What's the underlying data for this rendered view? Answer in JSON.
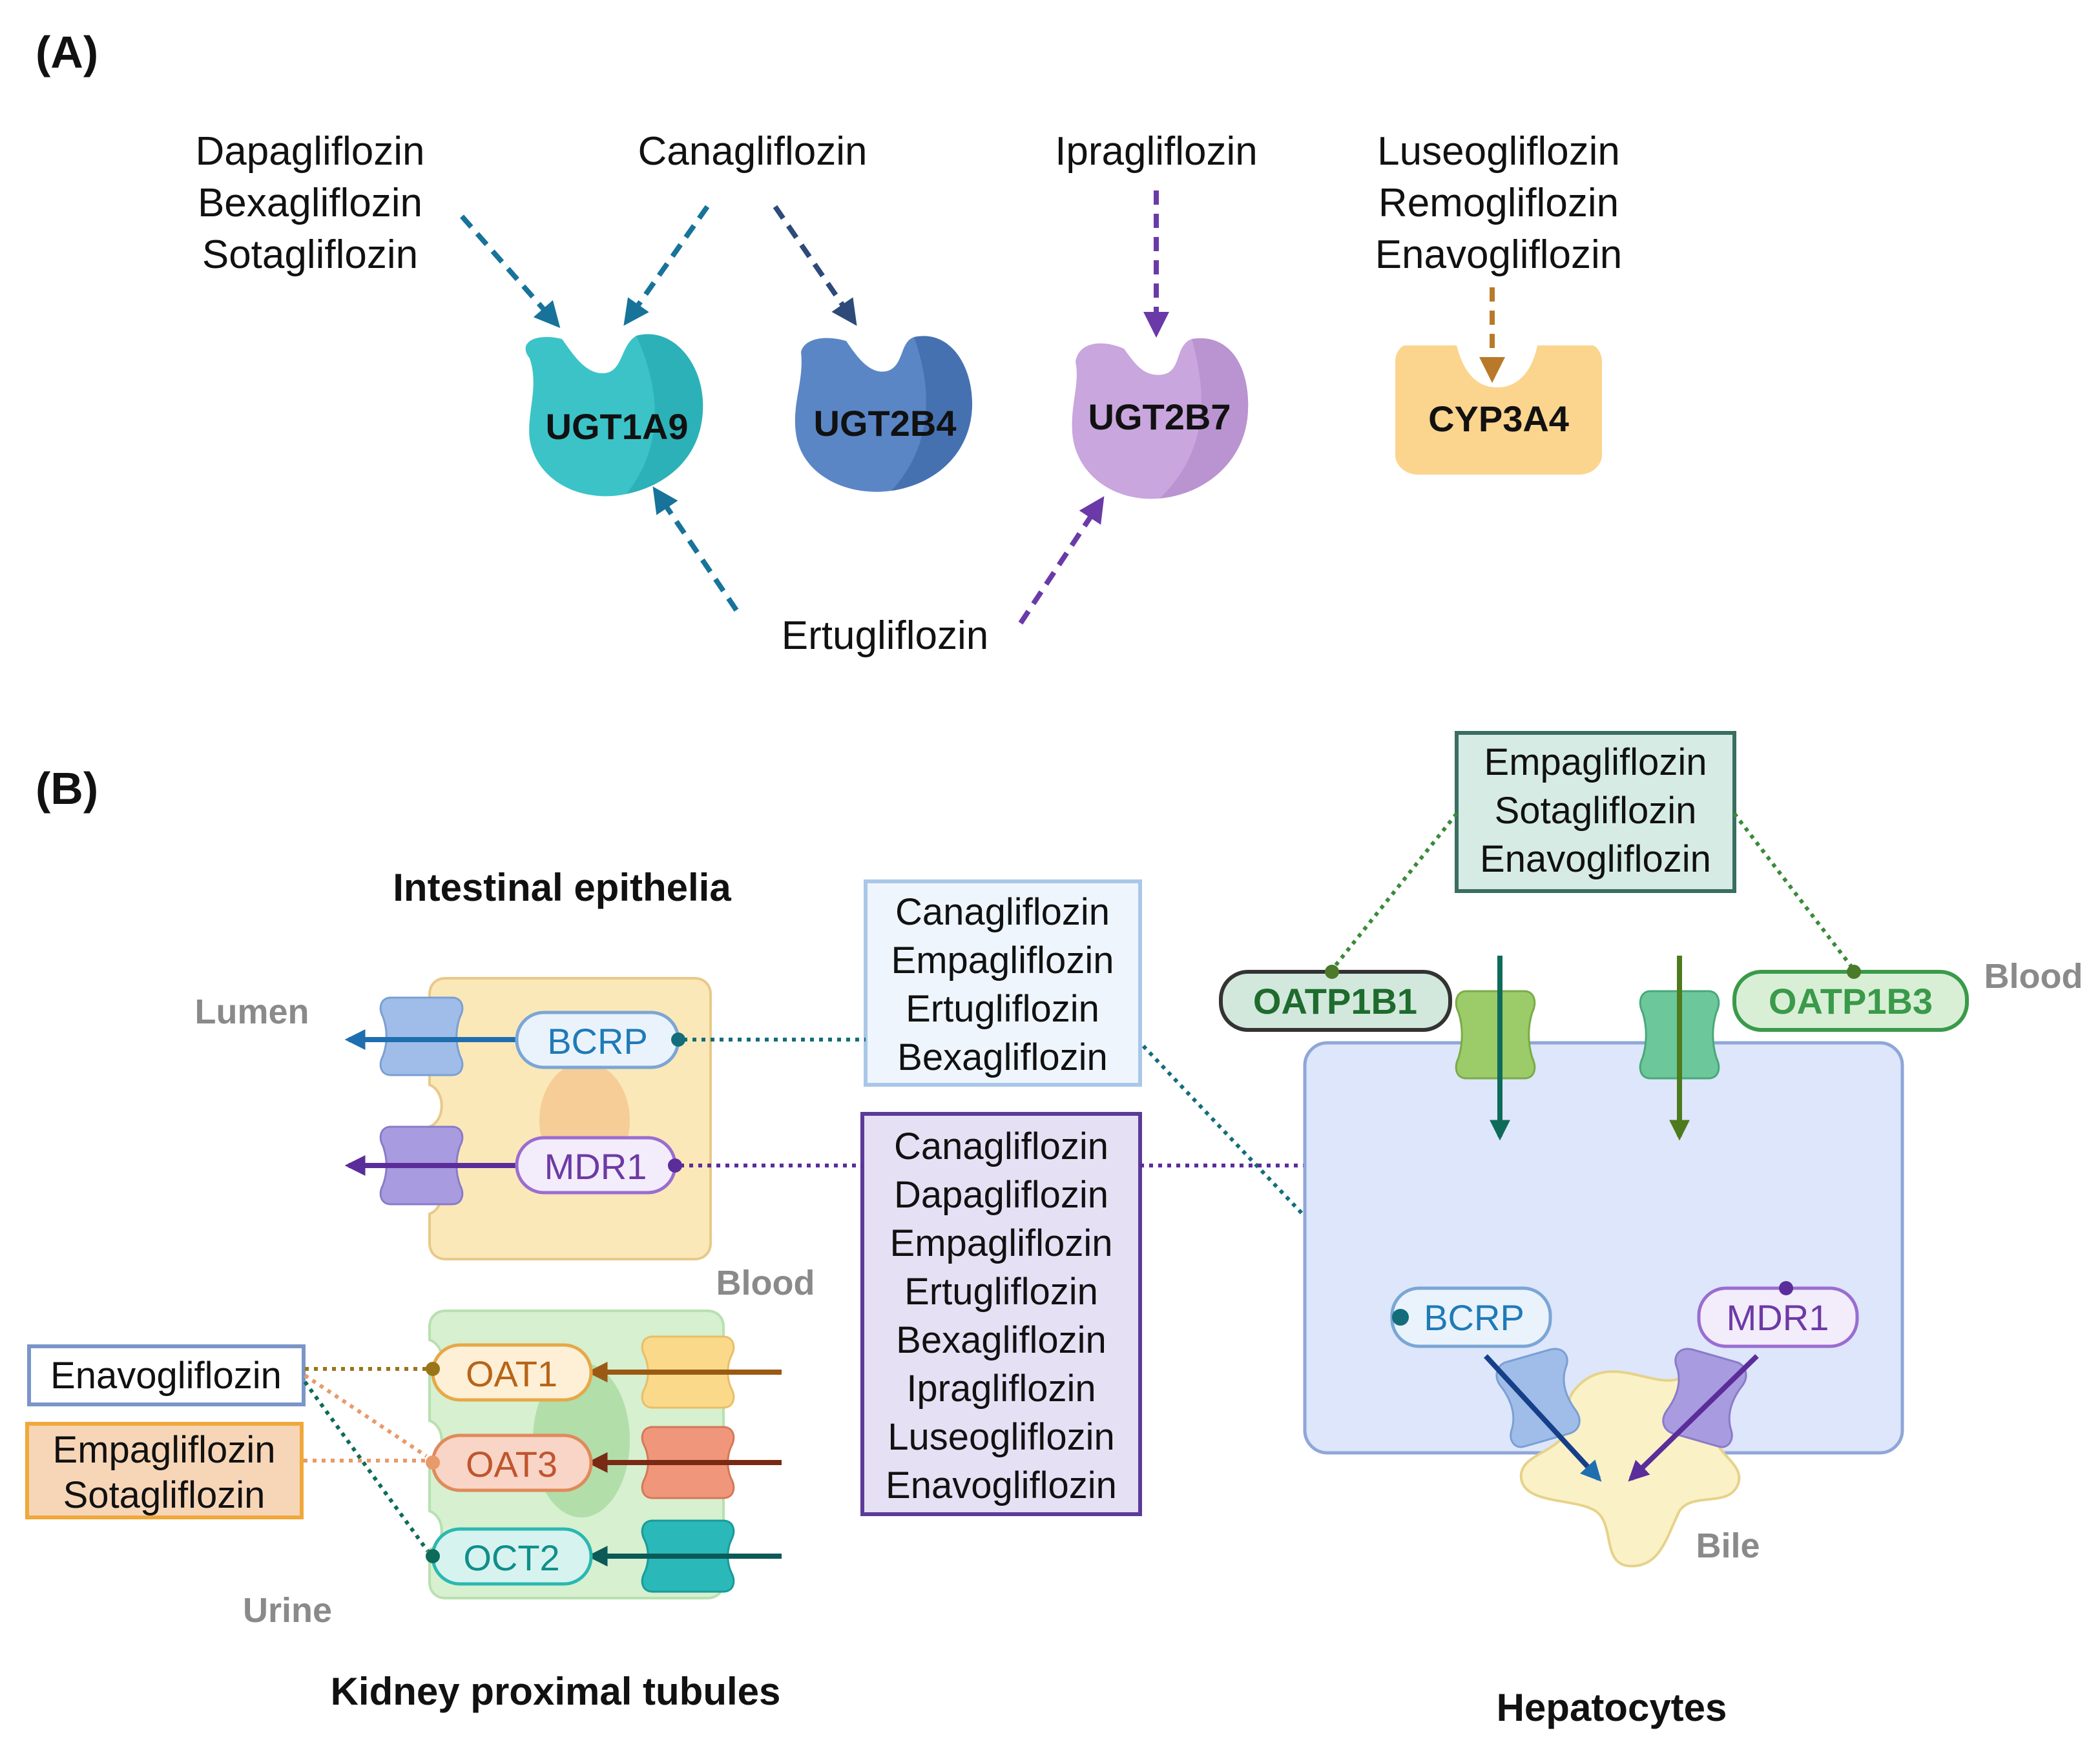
{
  "panel_a": {
    "label": "(A)",
    "drug_groups": {
      "ugt1a9_group": [
        "Dapagliflozin",
        "Bexagliflozin",
        "Sotagliflozin"
      ],
      "canagliflozin": "Canagliflozin",
      "ipragliflozin": "Ipragliflozin",
      "cyp_group": [
        "Luseogliflozin",
        "Remogliflozin",
        "Enavogliflozin"
      ],
      "ertugliflozin": "Ertugliflozin"
    },
    "enzymes": [
      {
        "name": "UGT1A9",
        "color": "#3cc3c8"
      },
      {
        "name": "UGT2B4",
        "color": "#5a86c5"
      },
      {
        "name": "UGT2B7",
        "color": "#c9a6de"
      },
      {
        "name": "CYP3A4",
        "color": "#fbd48e"
      }
    ]
  },
  "panel_b": {
    "label": "(B)",
    "intestine": {
      "title": "Intestinal epithelia",
      "lumen": "Lumen",
      "blood": "Blood",
      "transporters": [
        "BCRP",
        "MDR1"
      ]
    },
    "kidney": {
      "title": "Kidney proximal tubules",
      "urine": "Urine",
      "transporters": [
        "OAT1",
        "OAT3",
        "OCT2"
      ],
      "substrates_box1": [
        "Enavogliflozin"
      ],
      "substrates_box2": [
        "Empagliflozin",
        "Sotagliflozin"
      ]
    },
    "bcrp_substrates": [
      "Canagliflozin",
      "Empagliflozin",
      "Ertugliflozin",
      "Bexagliflozin"
    ],
    "mdr1_substrates": [
      "Canagliflozin",
      "Dapagliflozin",
      "Empagliflozin",
      "Ertugliflozin",
      "Bexagliflozin",
      "Ipragliflozin",
      "Luseogliflozin",
      "Enavogliflozin"
    ],
    "liver": {
      "title": "Hepatocytes",
      "blood": "Blood",
      "bile": "Bile",
      "oatp_substrates": [
        "Empagliflozin",
        "Sotagliflozin",
        "Enavogliflozin"
      ],
      "uptake_transporters": [
        "OATP1B1",
        "OATP1B3"
      ],
      "efflux_transporters": [
        "BCRP",
        "MDR1"
      ]
    }
  },
  "colors": {
    "bcrp": "#1f7ab8",
    "mdr1": "#6c3aa5",
    "oatp1b1": "#1e6b2e",
    "oatp1b3": "#3a9a4a",
    "oat1": "#b86418",
    "oat3": "#c0552e",
    "oct2": "#0f8f8a",
    "ugt1a9_arrow": "#17739a",
    "ugt2b4_arrow": "#2d4a7a",
    "ugt2b7_arrow": "#6a3aa8",
    "cyp_arrow": "#b87a2a"
  }
}
